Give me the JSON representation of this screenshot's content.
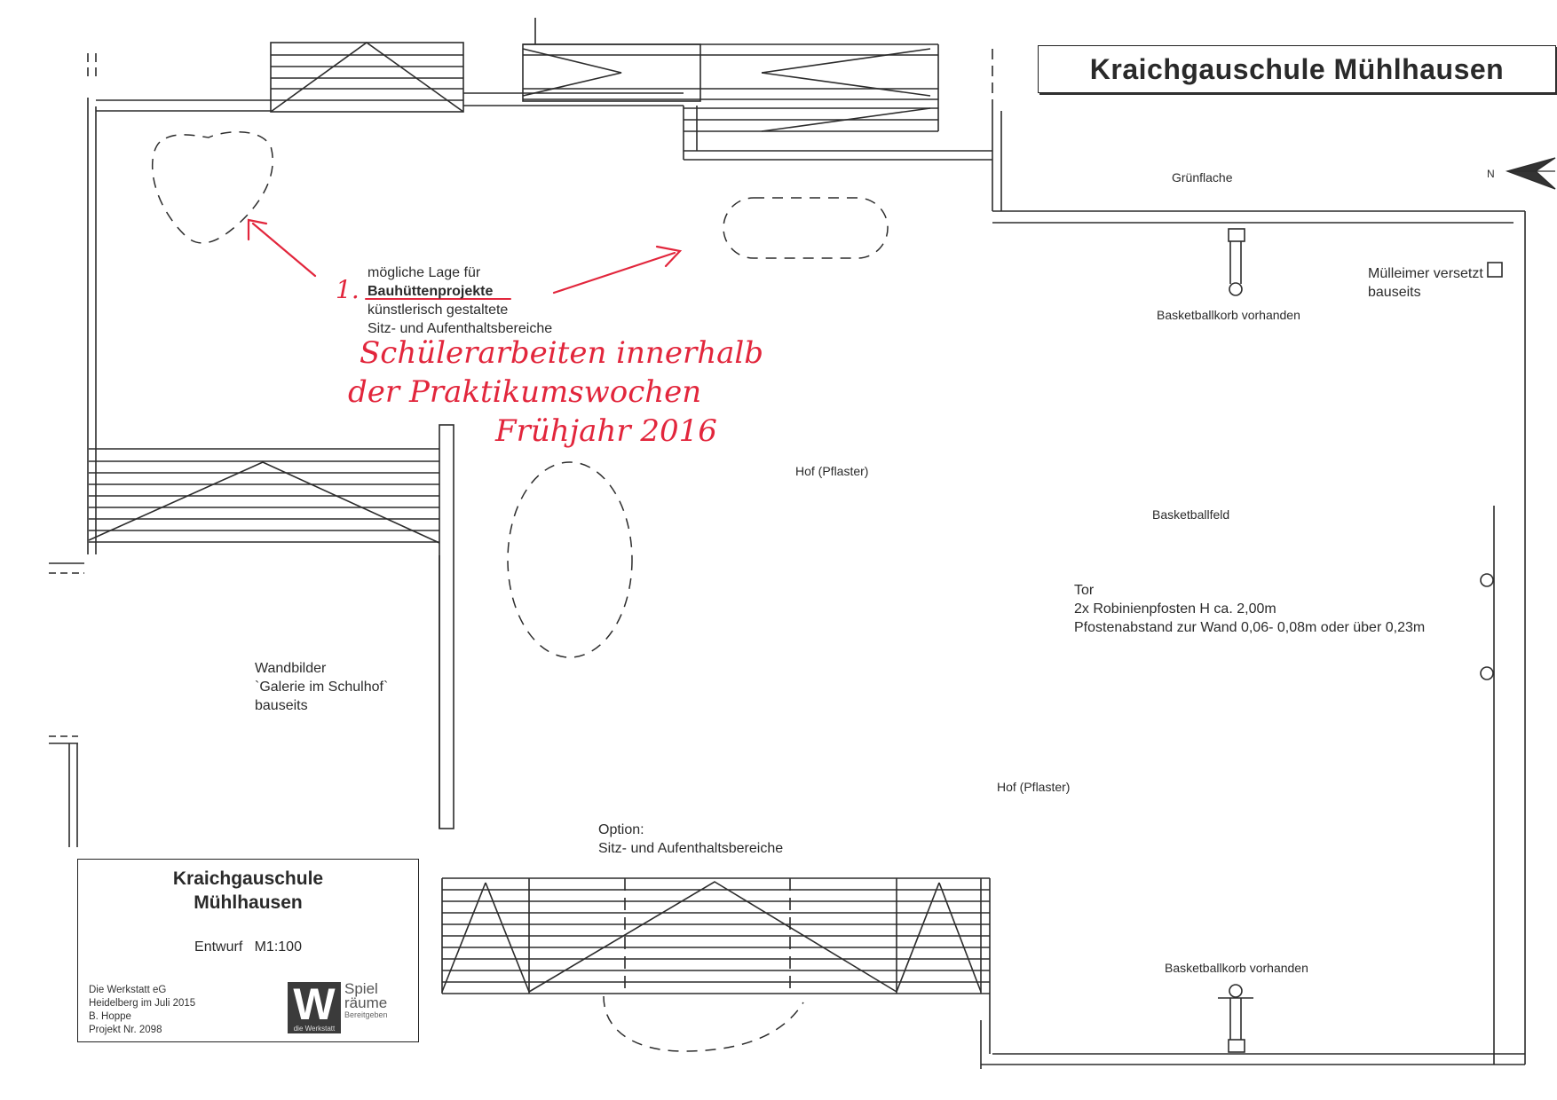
{
  "title": "Kraichgauschule Mühlhausen",
  "north_symbol": "N",
  "labels": {
    "gruenflaeche": "Grünflache",
    "lage": {
      "line1": "mögliche Lage für",
      "line2": "Bauhüttenprojekte",
      "line3": "künstlerisch gestaltete",
      "line4": "Sitz- und Aufenthaltsbereiche"
    },
    "hof1": "Hof (Pflaster)",
    "hof2": "Hof (Pflaster)",
    "basketballfeld": "Basketballfeld",
    "korb_oben": "Basketballkorb vorhanden",
    "korb_unten": "Basketballkorb vorhanden",
    "muelleimer": {
      "line1": "Mülleimer versetzt",
      "line2": "bauseits"
    },
    "tor": {
      "line1": "Tor",
      "line2": "2x Robinienpfosten H ca. 2,00m",
      "line3": "Pfostenabstand zur Wand 0,06- 0,08m oder über 0,23m"
    },
    "wandbilder": {
      "line1": "Wandbilder",
      "line2": "`Galerie im Schulhof`",
      "line3": "bauseits"
    },
    "option": {
      "line1": "Option:",
      "line2": "Sitz- und Aufenthaltsbereiche"
    }
  },
  "handwriting": {
    "number": "1.",
    "line1": "Schülerarbeiten innerhalb",
    "line2": "der Praktikumswochen",
    "line3": "Frühjahr 2016",
    "color": "#e2263c"
  },
  "title_block": {
    "name_line1": "Kraichgauschule",
    "name_line2": "Mühlhausen",
    "scale": "Entwurf   M1:100",
    "office": {
      "line1": "Die Werkstatt eG",
      "line2": "Heidelberg im Juli 2015",
      "line3": "B. Hoppe",
      "line4": "Projekt Nr. 2098"
    },
    "logo": {
      "letter": "W",
      "subtitle": "die Werkstatt",
      "word1": "Spiel",
      "word2": "räume",
      "tagline": "Bereitgeben"
    }
  },
  "colors": {
    "ink": "#2a2a2a",
    "annotation": "#e2263c"
  }
}
